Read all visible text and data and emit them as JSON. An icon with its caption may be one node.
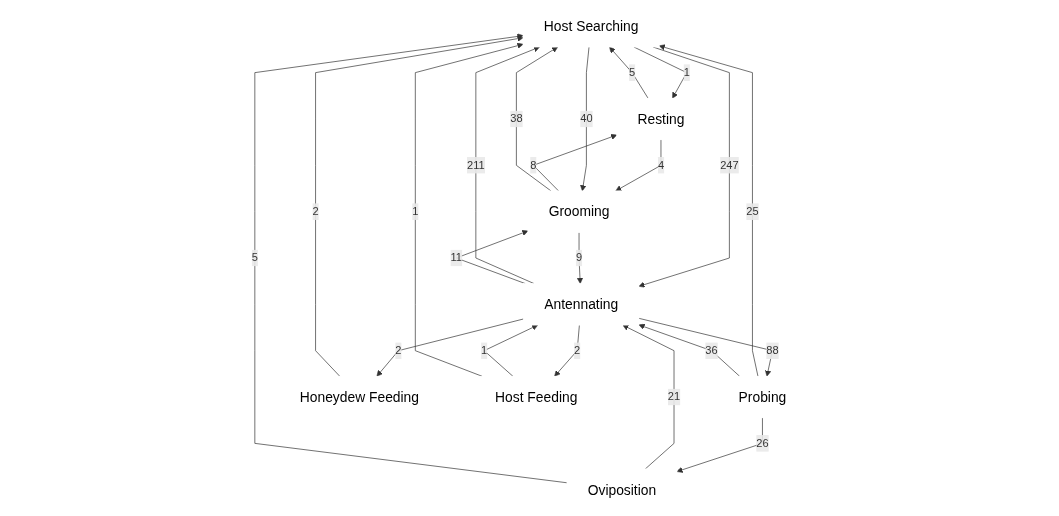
{
  "diagram": {
    "nodes": [
      {
        "text": [
          "Host Searching"
        ]
      },
      {
        "text": [
          "Resting"
        ]
      },
      {
        "text": [
          "Probing"
        ]
      },
      {
        "text": [
          "Grooming"
        ]
      },
      {
        "text": [
          "Antennating"
        ]
      },
      {
        "text": [
          "Oviposition"
        ]
      },
      {
        "text": [
          "Honeydew Feeding"
        ]
      },
      {
        "text": [
          "Host Feeding"
        ]
      }
    ],
    "edges": [
      {
        "from": 0,
        "to": 1,
        "arrow": "to",
        "label": "1"
      },
      {
        "from": 1,
        "to": 0,
        "arrow": "to",
        "label": "5"
      },
      {
        "from": 1,
        "to": 3,
        "arrow": "to",
        "label": "4"
      },
      {
        "from": 3,
        "to": 1,
        "arrow": "to",
        "label": "8"
      },
      {
        "from": 0,
        "to": 3,
        "arrow": "to",
        "label": "40"
      },
      {
        "from": 3,
        "to": 0,
        "arrow": "to",
        "label": "38"
      },
      {
        "from": 0,
        "to": 4,
        "arrow": "to",
        "label": "247"
      },
      {
        "from": 4,
        "to": 0,
        "arrow": "to",
        "label": "211"
      },
      {
        "from": 2,
        "to": 0,
        "arrow": "to",
        "label": "25"
      },
      {
        "from": 2,
        "to": 4,
        "arrow": "to",
        "label": "36"
      },
      {
        "from": 4,
        "to": 2,
        "arrow": "to",
        "label": "88"
      },
      {
        "from": 2,
        "to": 5,
        "arrow": "to",
        "label": "26"
      },
      {
        "from": 5,
        "to": 4,
        "arrow": "to",
        "label": "21"
      },
      {
        "from": 4,
        "to": 3,
        "arrow": "to",
        "label": "11"
      },
      {
        "from": 3,
        "to": 4,
        "arrow": "to",
        "label": "9"
      },
      {
        "from": 4,
        "to": 6,
        "arrow": "to",
        "label": "2"
      },
      {
        "from": 4,
        "to": 7,
        "arrow": "to",
        "label": "2"
      },
      {
        "from": 7,
        "to": 4,
        "arrow": "to",
        "label": "1"
      },
      {
        "from": 6,
        "to": 0,
        "arrow": "to",
        "label": "2"
      },
      {
        "from": 5,
        "to": 0,
        "arrow": "to",
        "label": "5"
      },
      {
        "from": 7,
        "to": 0,
        "arrow": "to",
        "label": "1"
      }
    ]
  }
}
